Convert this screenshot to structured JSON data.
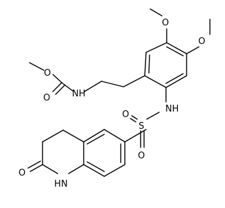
{
  "molecule": {
    "atoms": {
      "o_ester": "O",
      "o_carbonyl": "O",
      "nh_carbamate": "NH",
      "o_methoxy_top": "O",
      "o_methoxy_right": "O",
      "nh_sulfonamide": "NH",
      "s_sulfonyl": "S",
      "o_sulfonyl_left": "O",
      "o_sulfonyl_bottom": "O",
      "o_lactam": "O",
      "h_lactam": "H",
      "n_lactam": "N"
    }
  },
  "colors": {
    "line": "#000000",
    "background": "#ffffff"
  }
}
